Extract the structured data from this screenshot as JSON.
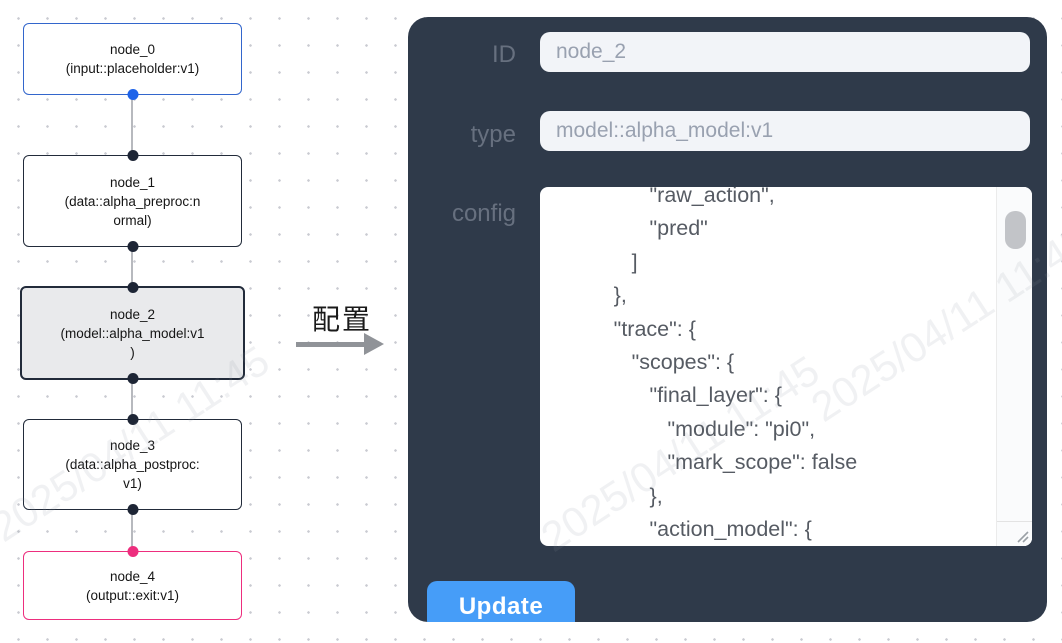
{
  "flow": {
    "nodes": [
      {
        "title": "node_0",
        "lines": [
          "node_0",
          "(input::placeholder:v1)"
        ]
      },
      {
        "title": "node_1",
        "lines": [
          "node_1",
          "(data::alpha_preproc:n",
          "ormal)"
        ]
      },
      {
        "title": "node_2",
        "lines": [
          "node_2",
          "(model::alpha_model:v1",
          ")"
        ],
        "selected": true
      },
      {
        "title": "node_3",
        "lines": [
          "node_3",
          "(data::alpha_postproc:",
          "v1)"
        ]
      },
      {
        "title": "node_4",
        "lines": [
          "node_4",
          "(output::exit:v1)"
        ]
      }
    ]
  },
  "arrow": {
    "label": "配置"
  },
  "panel": {
    "id_label": "ID",
    "id_value": "node_2",
    "type_label": "type",
    "type_value": "model::alpha_model:v1",
    "config_label": "config",
    "config_value": "                  \"raw_action\",\n                  \"pred\"\n               ]\n            },\n            \"trace\": {\n               \"scopes\": {\n                  \"final_layer\": {\n                     \"module\": \"pi0\",\n                     \"mark_scope\": false\n                  },\n                  \"action_model\": {",
    "update_label": "Update"
  },
  "watermark": "2025/04/11 11:45",
  "colors": {
    "panel_bg": "#2f3a4a",
    "button_blue": "#469df8",
    "node_input_border": "#3366cc",
    "node_input_port": "#1e63e9",
    "node_default_border": "#222b3a",
    "node_selected_bg": "#e9eaec",
    "node_output_pink": "#ed2e7e",
    "input_bg": "#f2f4f8",
    "input_text": "#99a1b0",
    "label_text": "#67707f",
    "config_text": "#565b63"
  }
}
